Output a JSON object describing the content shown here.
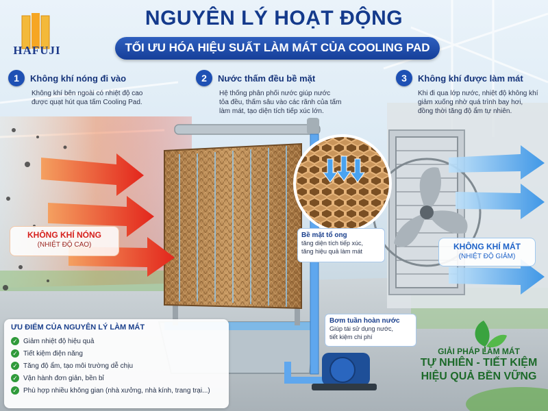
{
  "brand": {
    "name": "HAFUJI"
  },
  "header": {
    "title": "NGUYÊN LÝ HOẠT ĐỘNG",
    "subtitle": "TỐI ƯU HÓA HIỆU SUẤT LÀM MÁT CỦA COOLING PAD"
  },
  "steps": [
    {
      "number": "1",
      "title": "Không khí nóng đi vào",
      "lines": [
        "Không khí bên ngoài có nhiệt độ cao",
        "được quạt hút qua tấm Cooling Pad."
      ]
    },
    {
      "number": "2",
      "title": "Nước thấm đều bề mặt",
      "lines": [
        "Hệ thống phân phối nước giúp nước",
        "tỏa đều, thấm sâu vào các rãnh của tấm",
        "làm mát, tạo diện tích tiếp xúc lớn."
      ]
    },
    {
      "number": "3",
      "title": "Không khí được làm mát",
      "lines": [
        "Khi đi qua lớp nước, nhiệt độ không khí",
        "giảm xuống nhờ quá trình bay hơi,",
        "đồng thời tăng độ ẩm tự nhiên."
      ]
    }
  ],
  "hot_air": {
    "label": "KHÔNG KHÍ NÓNG",
    "sub": "(NHIỆT ĐỘ CAO)"
  },
  "cool_air": {
    "label": "KHÔNG KHÍ MÁT",
    "sub": "(NHIỆT ĐỘ GIẢM)"
  },
  "honeycomb": {
    "title": "Bề mặt tổ ong",
    "lines": [
      "tăng diện tích tiếp xúc,",
      "tăng hiệu quả làm mát"
    ]
  },
  "pump": {
    "title": "Bơm tuần hoàn nước",
    "lines": [
      "Giúp tái sử dụng nước,",
      "tiết kiệm chi phí"
    ]
  },
  "advantages": {
    "title": "ƯU ĐIỂM CỦA NGUYÊN LÝ LÀM MÁT",
    "items": [
      "Giảm nhiệt độ hiệu quả",
      "Tiết kiệm điện năng",
      "Tăng độ ẩm, tạo môi trường dễ chịu",
      "Vận hành đơn giản, bền bỉ",
      "Phù hợp nhiều không gian (nhà xưởng, nhà kính, trang trại...)"
    ]
  },
  "slogan": {
    "line1": "GIẢI PHÁP LÀM MÁT",
    "line2": "TỰ NHIÊN - TIẾT KIỆM",
    "line3": "HIỆU QUẢ BỀN VỮNG"
  },
  "colors": {
    "primary": "#143a8c",
    "accent_blue": "#1e50b4",
    "hot": "#e8341e",
    "cool": "#3fa4f0",
    "pad": "#b98a52",
    "green": "#2f9a3a"
  }
}
